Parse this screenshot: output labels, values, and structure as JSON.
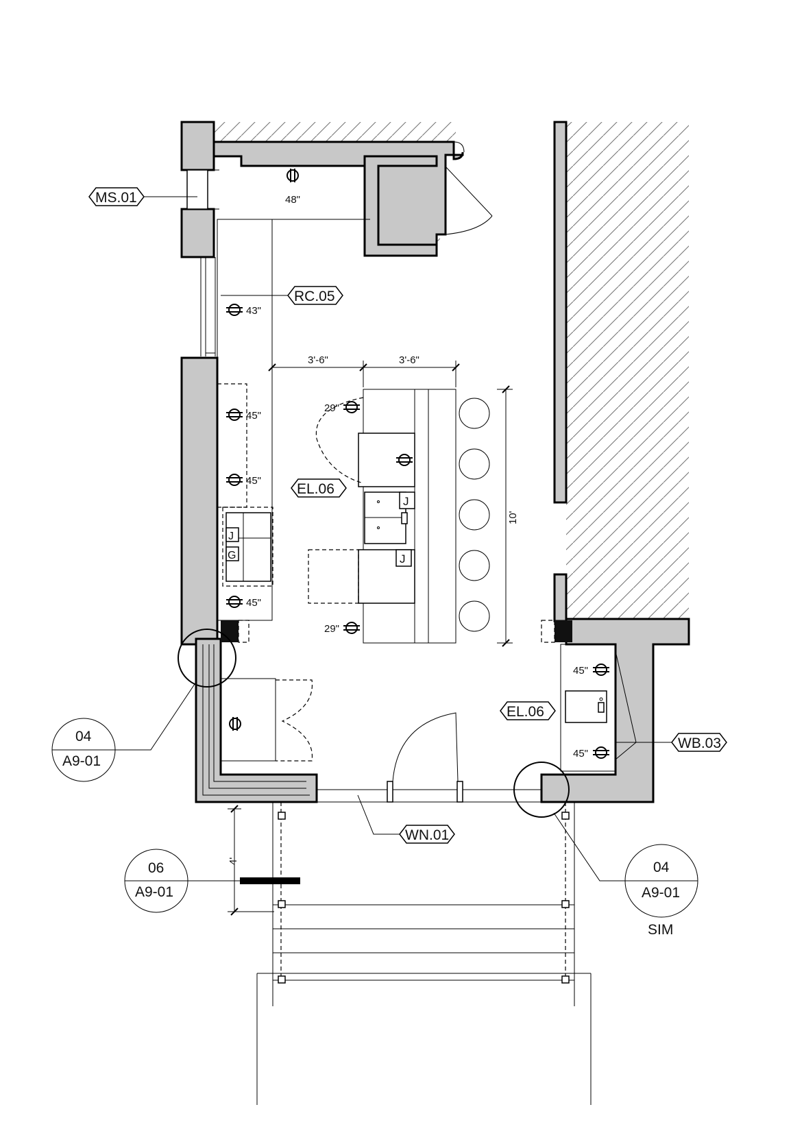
{
  "tags": {
    "ms01": "MS.01",
    "rc05": "RC.05",
    "el06_island": "EL.06",
    "el06_wall": "EL.06",
    "wb03": "WB.03",
    "wn01": "WN.01"
  },
  "heights": {
    "top_48": "48\"",
    "left_43": "43\"",
    "left_45_a": "45\"",
    "left_45_b": "45\"",
    "left_45_c": "45\"",
    "island_29_top": "29\"",
    "island_29_bottom": "29\"",
    "right_45_top": "45\"",
    "right_45_bottom": "45\""
  },
  "dimensions": {
    "dim_left": "3'-6\"",
    "dim_right": "3'-6\"",
    "dim_vertical": "10'",
    "dim_steps": "4'"
  },
  "section_markers": {
    "left_detail": {
      "number": "04",
      "sheet": "A9-01"
    },
    "bottom_section": {
      "number": "06",
      "sheet": "A9-01"
    },
    "right_detail": {
      "number": "04",
      "sheet": "A9-01",
      "note": "SIM"
    }
  },
  "symbols": {
    "junction_box": "J",
    "gfci": "G"
  }
}
